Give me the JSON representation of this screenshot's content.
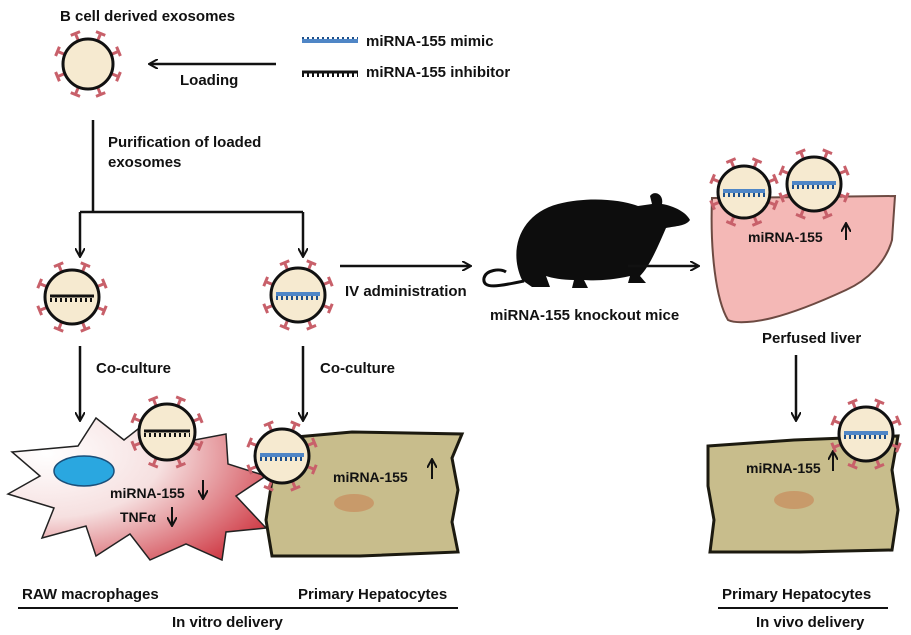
{
  "labels": {
    "b_cell_exosomes": "B cell derived exosomes",
    "loading": "Loading",
    "legend_mimic": "miRNA-155 mimic",
    "legend_inhibitor": "miRNA-155 inhibitor",
    "purification_line1": "Purification  of loaded",
    "purification_line2": "exosomes",
    "iv_administration": "IV administration",
    "knockout_mice": "miRNA-155 knockout mice",
    "liver_mirna": "miRNA-155",
    "perfused_liver": "Perfused liver",
    "coculture_left": "Co-culture",
    "coculture_right": "Co-culture",
    "macrophage_mirna": "miRNA-155",
    "macrophage_tnf": "TNFα",
    "hepatocyte_mirna": "miRNA-155",
    "invivo_hep_mirna": "miRNA-155",
    "raw_macrophages": "RAW macrophages",
    "primary_hepatocytes_vitro": "Primary Hepatocytes",
    "primary_hepatocytes_vivo": "Primary Hepatocytes",
    "in_vitro_delivery": "In vitro delivery",
    "in_vivo_delivery": "In vivo delivery"
  },
  "colors": {
    "exosome_fill": "#f6ead0",
    "spike": "#c8606a",
    "mimic": "#4f86c6",
    "inhibitor": "#111111",
    "liver": "#f4b8b6",
    "hepatocyte": "#c8bd8c",
    "nucleus": "#c89a6a",
    "macrophage_nucleus": "#2aa7e0"
  },
  "icons": [
    "exosome-icon",
    "mouse-icon",
    "liver-icon",
    "hepatocyte-cell-icon",
    "macrophage-cell-icon",
    "up-arrow-icon",
    "down-arrow-icon"
  ]
}
